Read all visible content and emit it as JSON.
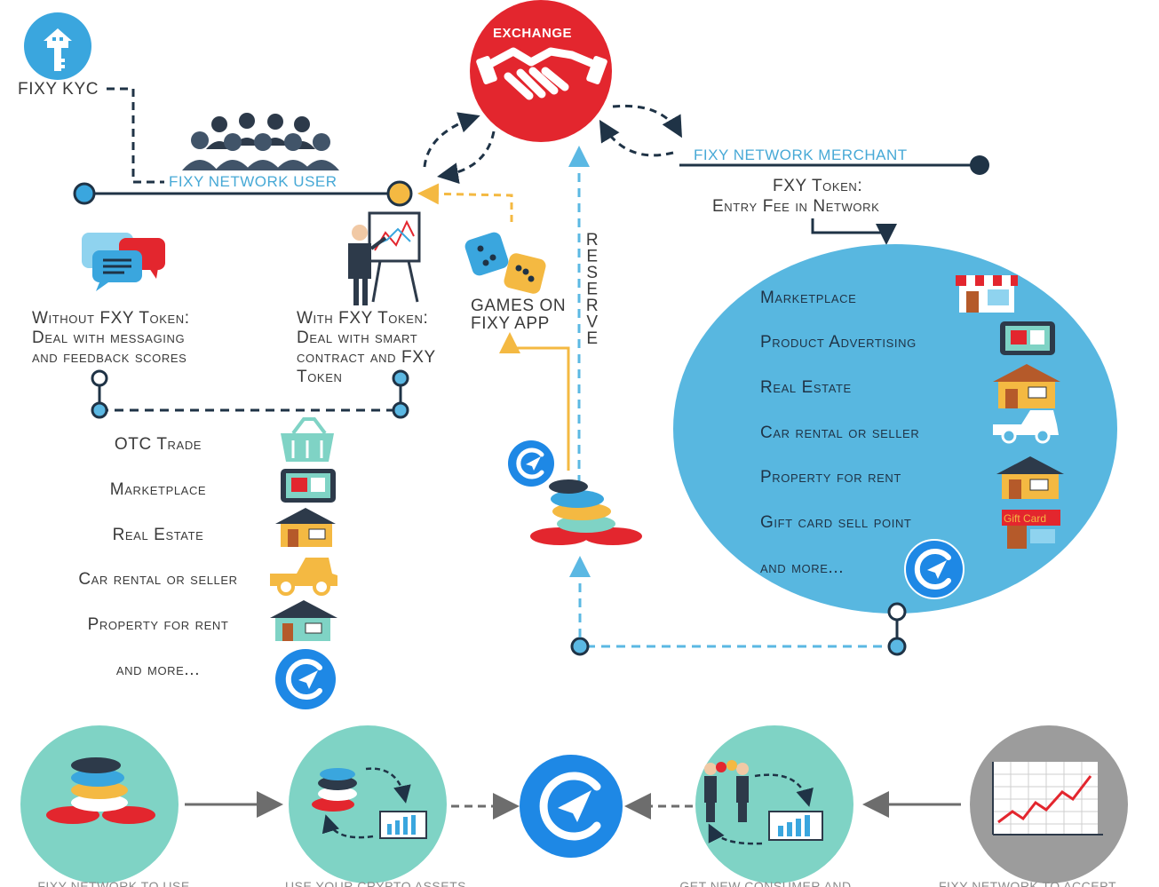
{
  "kyc": {
    "label": "FIXY KYC"
  },
  "exchange": {
    "label": "EXCHANGE"
  },
  "user": {
    "label": "FIXY NETWORK USER"
  },
  "merchant": {
    "label": "FIXY NETWORK MERCHANT",
    "token_line1": "FXY Token:",
    "token_line2": "Entry Fee in Network"
  },
  "without": {
    "line1": "Without FXY Token:",
    "line2": "Deal with messaging",
    "line3": "and feedback scores"
  },
  "with": {
    "line1": "With FXY Token:",
    "line2": "Deal with smart",
    "line3": "contract and FXY",
    "line4": "Token"
  },
  "games": {
    "line1": "GAMES ON",
    "line2": "FIXY APP"
  },
  "reserve": {
    "letters": [
      "R",
      "E",
      "S",
      "E",
      "R",
      "V",
      "E"
    ]
  },
  "user_list": [
    "OTC Trade",
    "Marketplace",
    "Real Estate",
    "Car rental or seller",
    "Property for rent",
    "and more..."
  ],
  "merchant_list": [
    "Marketplace",
    "Product Advertising",
    "Real Estate",
    "Car rental or seller",
    "Property for rent",
    "Gift card sell point",
    "and more..."
  ],
  "gift_card_text": "Gift Card",
  "bottom_captions": [
    "FIXY NETWORK TO USE",
    "USE YOUR CRYPTO ASSETS",
    "GET NEW CONSUMER AND",
    "FIXY NETWORK TO ACCEPT"
  ],
  "colors": {
    "navy": "#1f3346",
    "sky": "#5bb8e3",
    "exchange_red": "#e3262e",
    "teal_circle": "#7fd3c5",
    "gold": "#f4b942",
    "merchant_circle": "#58b7e0",
    "brand_blue": "#1e88e5"
  }
}
